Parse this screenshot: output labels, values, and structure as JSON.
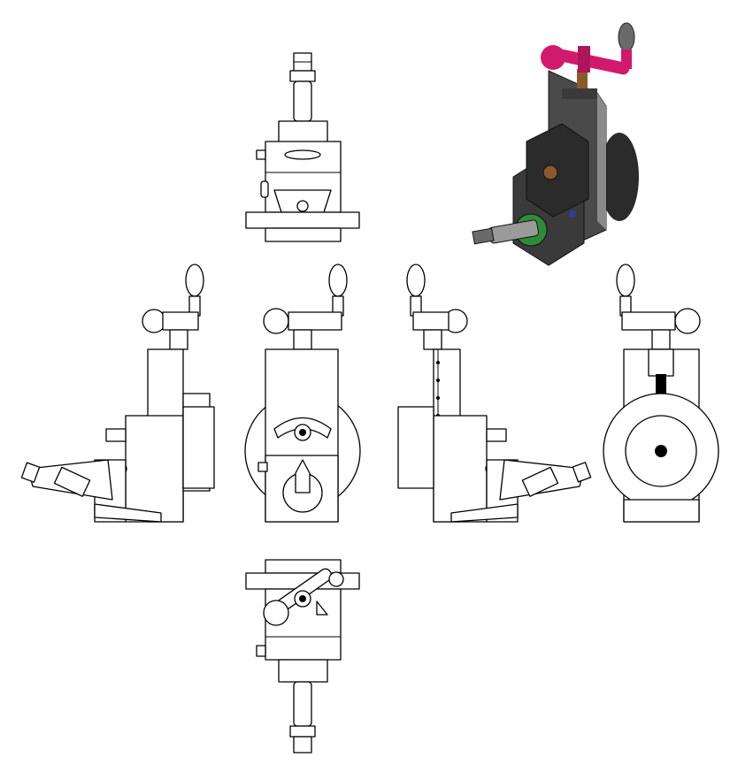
{
  "drawing": {
    "views": [
      {
        "id": "top-view",
        "label": ""
      },
      {
        "id": "left-view",
        "label": ""
      },
      {
        "id": "front-view",
        "label": ""
      },
      {
        "id": "right-view",
        "label": ""
      },
      {
        "id": "rear-view",
        "label": ""
      },
      {
        "id": "bottom-view",
        "label": ""
      },
      {
        "id": "isometric-view",
        "label": ""
      }
    ],
    "colors": {
      "line": "#000000",
      "body": "#4a4a4a",
      "body_dark": "#2b2b2b",
      "handle": "#d11a6e",
      "knob": "#6a6a6a",
      "green_ring": "#2e8b3a",
      "bronze_screw": "#8a5a2b",
      "blue_pin": "#2a3fa0"
    }
  }
}
